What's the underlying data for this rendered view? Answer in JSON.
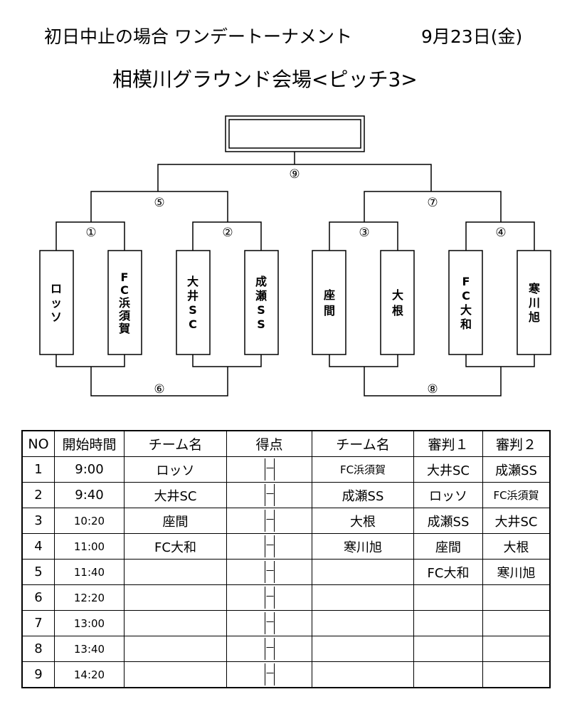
{
  "header": {
    "line1_left": "初日中止の場合 ワンデートーナメント",
    "line1_date": "9月23日(金)",
    "line2": "相模川グラウンド会場<ピッチ3>"
  },
  "bracket": {
    "teams": [
      "ロッソ",
      "FC浜須賀",
      "大井SC",
      "成瀬SS",
      "座間",
      "大根",
      "FC大和",
      "寒川旭"
    ],
    "match_labels": [
      "①",
      "②",
      "③",
      "④",
      "⑤",
      "⑥",
      "⑦",
      "⑧",
      "⑨"
    ],
    "winner": ""
  },
  "schedule": {
    "headers": [
      "NO",
      "開始時間",
      "チーム名",
      "得点",
      "チーム名",
      "審判１",
      "審判２"
    ],
    "score_placeholder": "－",
    "rows": [
      {
        "no": "1",
        "time": "9:00",
        "team_a": "ロッソ",
        "team_b": "FC浜須賀",
        "ref1": "大井SC",
        "ref2": "成瀬SS"
      },
      {
        "no": "2",
        "time": "9:40",
        "team_a": "大井SC",
        "team_b": "成瀬SS",
        "ref1": "ロッソ",
        "ref2": "FC浜須賀"
      },
      {
        "no": "3",
        "time": "10:20",
        "team_a": "座間",
        "team_b": "大根",
        "ref1": "成瀬SS",
        "ref2": "大井SC"
      },
      {
        "no": "4",
        "time": "11:00",
        "team_a": "FC大和",
        "team_b": "寒川旭",
        "ref1": "座間",
        "ref2": "大根"
      },
      {
        "no": "5",
        "time": "11:40",
        "team_a": "",
        "team_b": "",
        "ref1": "FC大和",
        "ref2": "寒川旭"
      },
      {
        "no": "6",
        "time": "12:20",
        "team_a": "",
        "team_b": "",
        "ref1": "",
        "ref2": ""
      },
      {
        "no": "7",
        "time": "13:00",
        "team_a": "",
        "team_b": "",
        "ref1": "",
        "ref2": ""
      },
      {
        "no": "8",
        "time": "13:40",
        "team_a": "",
        "team_b": "",
        "ref1": "",
        "ref2": ""
      },
      {
        "no": "9",
        "time": "14:20",
        "team_a": "",
        "team_b": "",
        "ref1": "",
        "ref2": ""
      }
    ]
  }
}
